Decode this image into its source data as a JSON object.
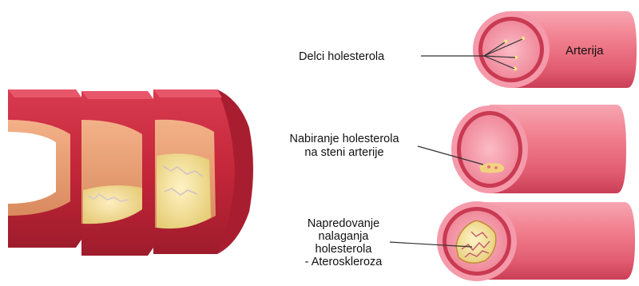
{
  "labels": {
    "cholesterol_particles": "Delci holesterola",
    "artery": "Arterija",
    "buildup": [
      "Nabiranje holesterola",
      "na steni arterije"
    ],
    "progression": [
      "Napredovanje",
      "nalaganja",
      "holesterola",
      "- Ateroskleroza"
    ]
  },
  "colors": {
    "artery_pink": "#f27e8f",
    "artery_dark": "#c93a52",
    "lumen": "#f59aaa",
    "wall_red": "#c8283c",
    "plaque_yellow": "#f3df93"
  }
}
